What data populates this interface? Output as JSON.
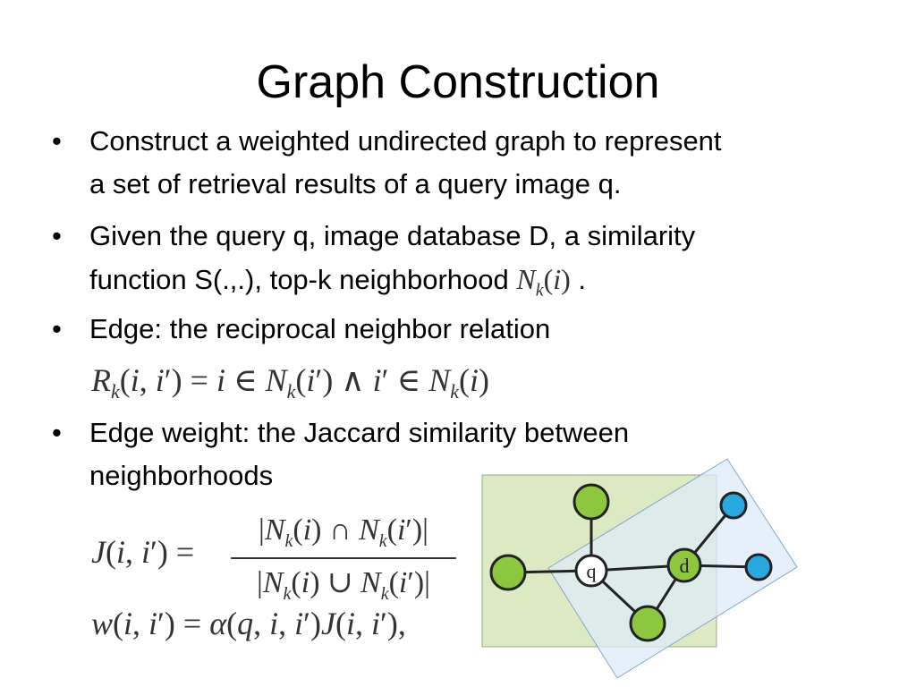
{
  "slide": {
    "title": "Graph Construction",
    "bullets": [
      {
        "symbol": "•",
        "line1": "Construct a weighted undirected graph to represent",
        "line2": "a set of retrieval results of a query image q."
      },
      {
        "symbol": "•",
        "line1": "Given the query q, image database D, a similarity",
        "line2_prefix": "function S(.,.), top-k neighborhood",
        "line2_math": "N_k(i)",
        "line2_suffix": "."
      },
      {
        "symbol": "•",
        "line1": "Edge: the reciprocal neighbor relation"
      },
      {
        "symbol": "•",
        "line1": "Edge weight: the Jaccard similarity between",
        "line2": "neighborhoods"
      }
    ],
    "equations": {
      "reciprocal": "R_k(i, i') = i ∈ N_k(i') ∧ i' ∈ N_k(i)",
      "jaccard_lhs": "J(i, i') =",
      "jaccard_num": "|N_k(i) ∩ N_k(i')|",
      "jaccard_den": "|N_k(i) ∪ N_k(i')|",
      "weight": "w(i, i') = α(q, i, i')J(i, i'),"
    },
    "figure": {
      "node_labels": {
        "query": "q",
        "database": "d"
      },
      "colors": {
        "green_node": "#8dc63f",
        "blue_node": "#29a8e0",
        "green_region": "#dde9c3",
        "blue_region": "#dcebf8",
        "overlap_region": "#c9e1d4"
      }
    }
  }
}
